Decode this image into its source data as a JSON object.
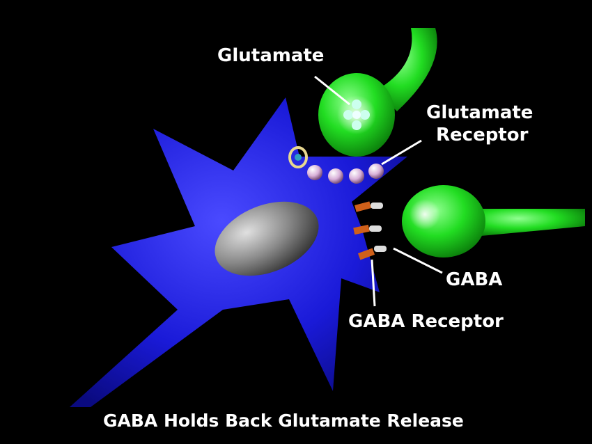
{
  "labels": {
    "glutamate": "Glutamate",
    "glutamate_receptor_line1": "Glutamate",
    "glutamate_receptor_line2": "Receptor",
    "gaba": "GABA",
    "gaba_receptor": "GABA Receptor"
  },
  "title": "GABA Holds Back Glutamate Release",
  "colors": {
    "neuron": "#1a1adf",
    "terminal": "#22dd22",
    "nucleus": "#8a8a8a",
    "gaba_receptor": "#d0601a",
    "glutamate_receptor": "#d8b0d8"
  }
}
